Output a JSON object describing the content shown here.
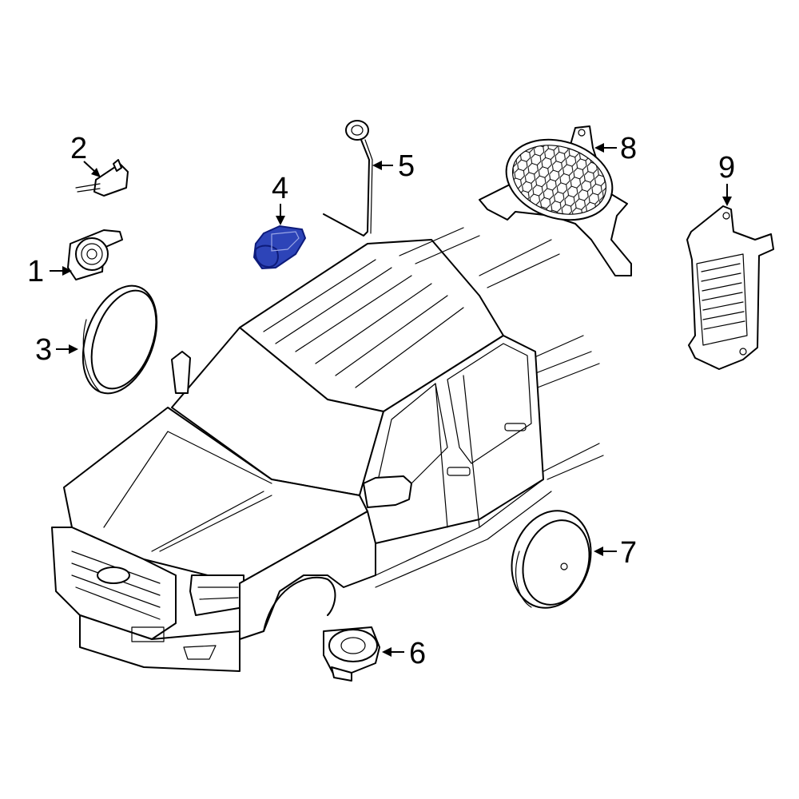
{
  "callouts": [
    {
      "id": "1",
      "label": "1"
    },
    {
      "id": "2",
      "label": "2"
    },
    {
      "id": "3",
      "label": "3"
    },
    {
      "id": "4",
      "label": "4"
    },
    {
      "id": "5",
      "label": "5"
    },
    {
      "id": "6",
      "label": "6"
    },
    {
      "id": "7",
      "label": "7"
    },
    {
      "id": "8",
      "label": "8"
    },
    {
      "id": "9",
      "label": "9"
    }
  ],
  "highlight": {
    "part": "4",
    "color": "#2d44b8",
    "stroke": "#0d1b7a"
  }
}
